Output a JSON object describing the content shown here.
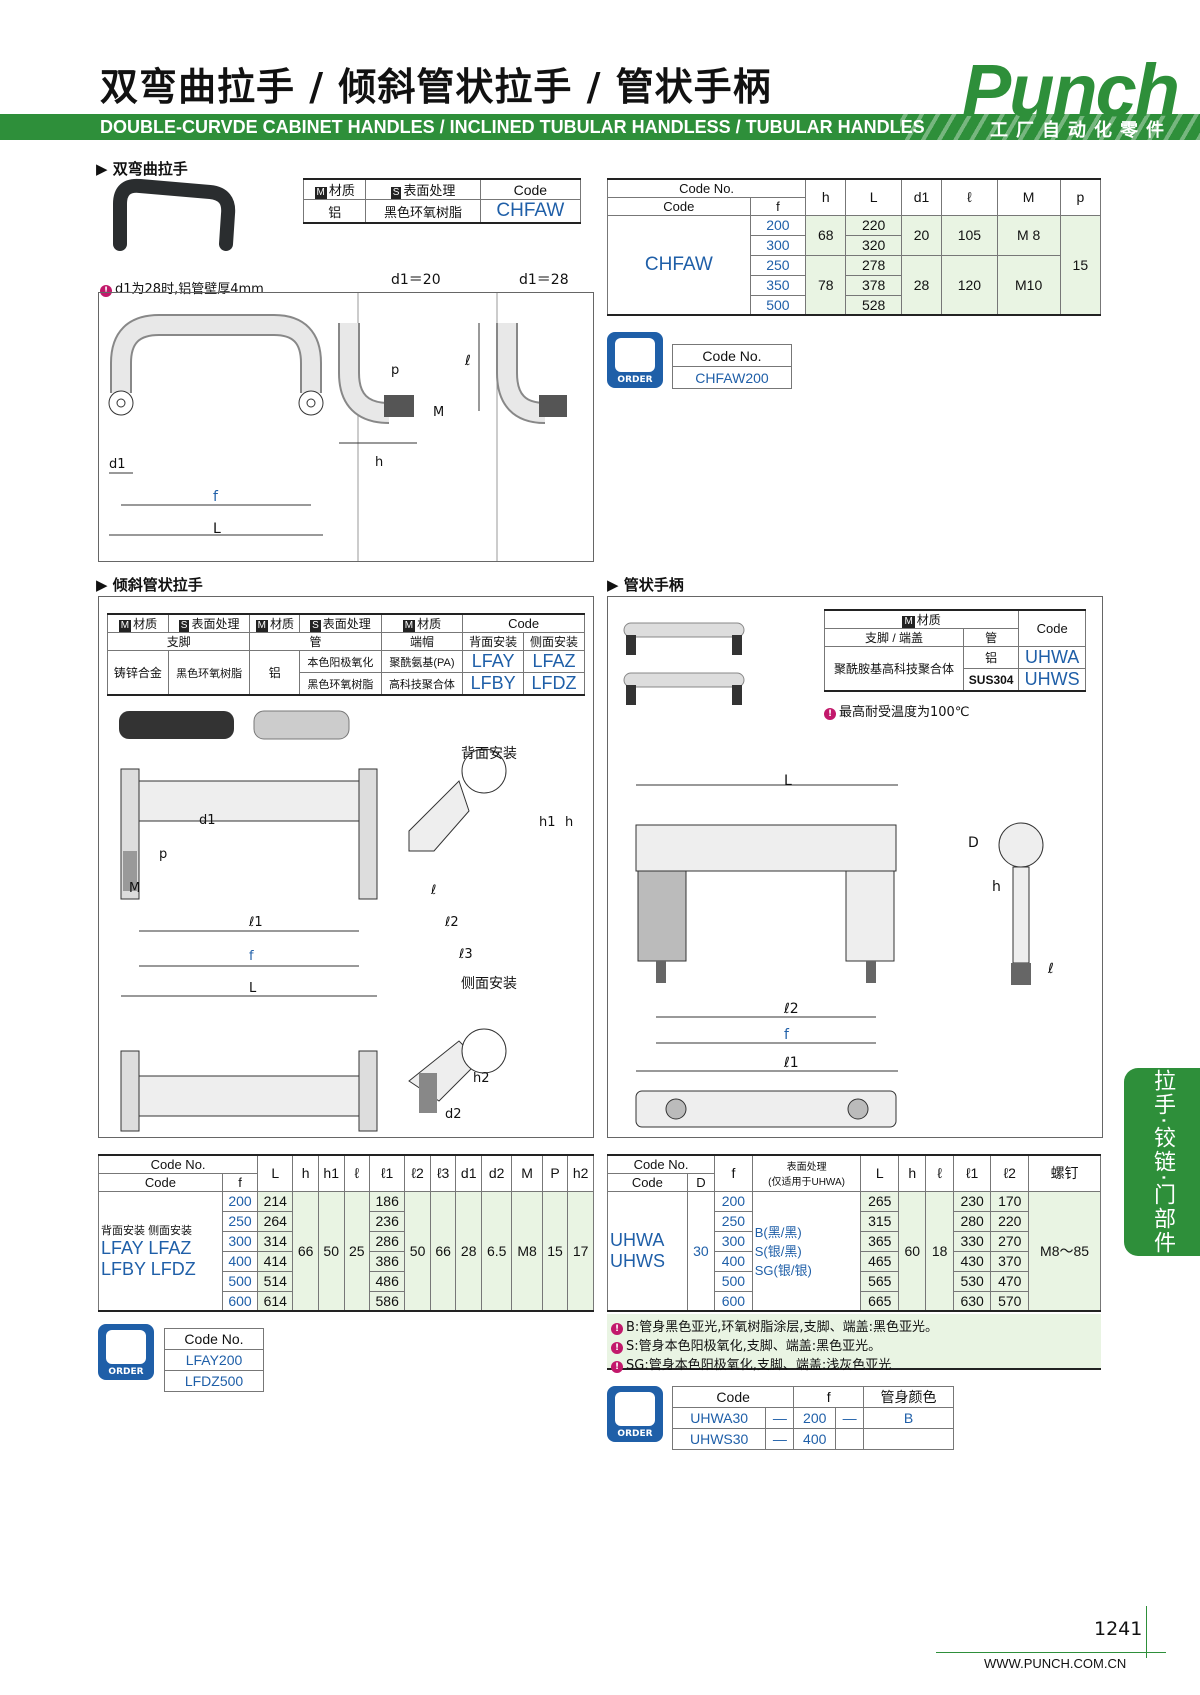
{
  "header": {
    "title_cn": "双弯曲拉手 / 倾斜管状拉手 / 管状手柄",
    "title_en": "DOUBLE-CURVDE CABINET HANDLES / INCLINED TUBULAR HANDLESS / TUBULAR HANDLES",
    "brand": "Punch",
    "brand_sub": "工厂自动化零件"
  },
  "s1": {
    "title": "▶ 双弯曲拉手",
    "mat_h": "材质",
    "surf_h": "表面处理",
    "code_h": "Code",
    "mat": "铝",
    "surf": "黑色环氧树脂",
    "code": "CHFAW",
    "note": "d1为28时,铝管壁厚4mm",
    "d20": "d1＝20",
    "d28": "d1＝28",
    "dims": {
      "p": "p",
      "l": "ℓ",
      "M": "M",
      "h": "h",
      "d1": "d1",
      "f": "f",
      "L": "L"
    },
    "table": {
      "h_codeno": "Code No.",
      "h_code": "Code",
      "h_f": "f",
      "cols": [
        "h",
        "L",
        "d1",
        "ℓ",
        "M",
        "p"
      ],
      "code": "CHFAW",
      "f": [
        "200",
        "300",
        "250",
        "350",
        "500"
      ],
      "L": [
        "220",
        "320",
        "278",
        "378",
        "528"
      ],
      "h1": "68",
      "h2": "78",
      "d1a": "20",
      "d1b": "28",
      "la": "105",
      "lb": "120",
      "Ma": "M 8",
      "Mb": "M10",
      "p": "15"
    },
    "order": {
      "label": "ORDER",
      "h": "Code No.",
      "v": "CHFAW200"
    }
  },
  "s2": {
    "title": "▶ 倾斜管状拉手",
    "h": {
      "m1": "材质",
      "s1": "表面处理",
      "m2": "材质",
      "s2": "表面处理",
      "m3": "材质",
      "code": "Code",
      "leg": "支脚",
      "pipe": "管",
      "cap": "端帽",
      "back": "背面安装",
      "side": "侧面安装"
    },
    "leg_mat": "铸锌合金",
    "leg_surf": "黑色环氧树脂",
    "pipe_mat": "铝",
    "pipe_s1": "本色阳极氧化",
    "pipe_s2": "黑色环氧树脂",
    "cap1": "聚酰氨基(PA)",
    "cap2": "高科技聚合体",
    "c": [
      "LFAY",
      "LFAZ",
      "LFBY",
      "LFDZ"
    ],
    "back_lbl": "背面安装",
    "side_lbl": "侧面安装",
    "dims": {
      "d1": "d1",
      "p": "p",
      "M": "M",
      "l1": "ℓ1",
      "f": "f",
      "L": "L",
      "h1": "h1",
      "h": "h",
      "l": "ℓ",
      "l2": "ℓ2",
      "l3": "ℓ3",
      "h2": "h2",
      "d2": "d2"
    },
    "table": {
      "h_codeno": "Code No.",
      "h_code": "Code",
      "h_f": "f",
      "cols": [
        "L",
        "h",
        "h1",
        "ℓ",
        "ℓ1",
        "ℓ2",
        "ℓ3",
        "d1",
        "d2",
        "M",
        "P",
        "h2"
      ],
      "back": "背面安装",
      "side": "侧面安装",
      "c1": "LFAY",
      "c2": "LFAZ",
      "c3": "LFBY",
      "c4": "LFDZ",
      "f": [
        "200",
        "250",
        "300",
        "400",
        "500",
        "600"
      ],
      "L": [
        "214",
        "264",
        "314",
        "414",
        "514",
        "614"
      ],
      "l1": [
        "186",
        "236",
        "286",
        "386",
        "486",
        "586"
      ],
      "h": "66",
      "h1": "50",
      "l": "25",
      "l2": "50",
      "l3": "66",
      "d1": "28",
      "d2": "6.5",
      "M": "M8",
      "P": "15",
      "h2": "17"
    },
    "order": {
      "label": "ORDER",
      "h": "Code No.",
      "v1": "LFAY200",
      "v2": "LFDZ500"
    }
  },
  "s3": {
    "title": "▶ 管状手柄",
    "mat_h": "材质",
    "leg_h": "支脚 / 端盖",
    "pipe_h": "管",
    "code_h": "Code",
    "leg": "聚酰胺基高科技聚合体",
    "pipe1": "铝",
    "pipe2": "SUS304",
    "c1": "UHWA",
    "c2": "UHWS",
    "note": "最高耐受温度为100℃",
    "dims": {
      "L": "L",
      "D": "D",
      "h": "h",
      "l2": "ℓ2",
      "f": "f",
      "l1": "ℓ1",
      "l": "ℓ"
    },
    "table": {
      "h_codeno": "Code No.",
      "h_code": "Code",
      "h_D": "D",
      "h_f": "f",
      "h_surf": "表面处理",
      "h_surf2": "(仅适用于UHWA)",
      "cols": [
        "L",
        "h",
        "ℓ",
        "ℓ1",
        "ℓ2",
        "螺钉"
      ],
      "c1": "UHWA",
      "c2": "UHWS",
      "D": "30",
      "f": [
        "200",
        "250",
        "300",
        "400",
        "500",
        "600"
      ],
      "surf": [
        "B(黑/黑)",
        "S(银/黑)",
        "SG(银/银)"
      ],
      "L": [
        "265",
        "315",
        "365",
        "465",
        "565",
        "665"
      ],
      "h": "60",
      "l": "18",
      "l1": [
        "230",
        "280",
        "330",
        "430",
        "530",
        "630"
      ],
      "l2": [
        "170",
        "220",
        "270",
        "370",
        "470",
        "570"
      ],
      "screw": "M8～85"
    },
    "notes": [
      "B:管身黑色亚光,环氧树脂涂层,支脚、端盖:黑色亚光。",
      "S:管身本色阳极氧化,支脚、端盖:黑色亚光。",
      "SG:管身本色阳极氧化,支脚、端盖:浅灰色亚光"
    ],
    "order": {
      "label": "ORDER",
      "h1": "Code",
      "h2": "f",
      "h3": "管身颜色",
      "r1": [
        "UHWA30",
        "—",
        "200",
        "—",
        "B"
      ],
      "r2": [
        "UHWS30",
        "—",
        "400"
      ]
    }
  },
  "side_tab": "拉手·铰链·门部件",
  "footer": {
    "page": "1241",
    "url": "WWW.PUNCH.COM.CN"
  }
}
